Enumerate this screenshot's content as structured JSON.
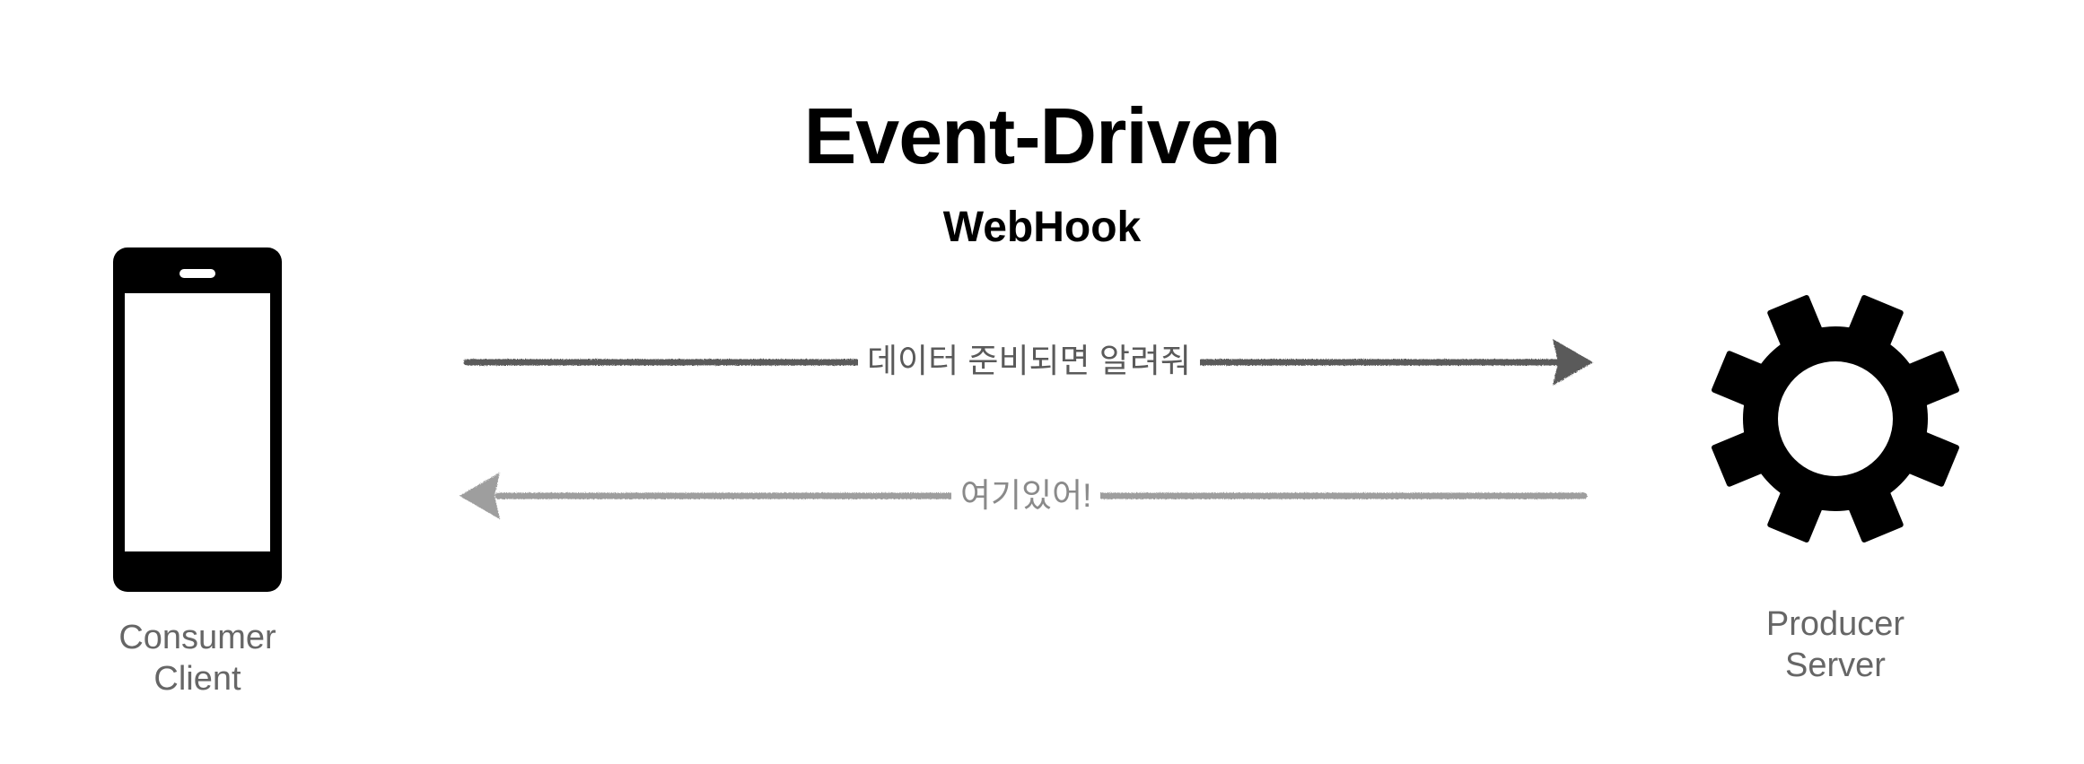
{
  "title": "Event-Driven",
  "subtitle": "WebHook",
  "consumer": {
    "icon": "smartphone-icon",
    "label_line1": "Consumer",
    "label_line2": "Client"
  },
  "producer": {
    "icon": "gear-icon",
    "label_line1": "Producer",
    "label_line2": "Server"
  },
  "arrows": [
    {
      "direction": "consumer-to-producer",
      "label": "데이터 준비되면 알려줘",
      "color": "#5a5a5a"
    },
    {
      "direction": "producer-to-consumer",
      "label": "여기있어!",
      "color": "#9e9e9e"
    }
  ],
  "colors": {
    "icon": "#000000",
    "label": "#666666"
  }
}
